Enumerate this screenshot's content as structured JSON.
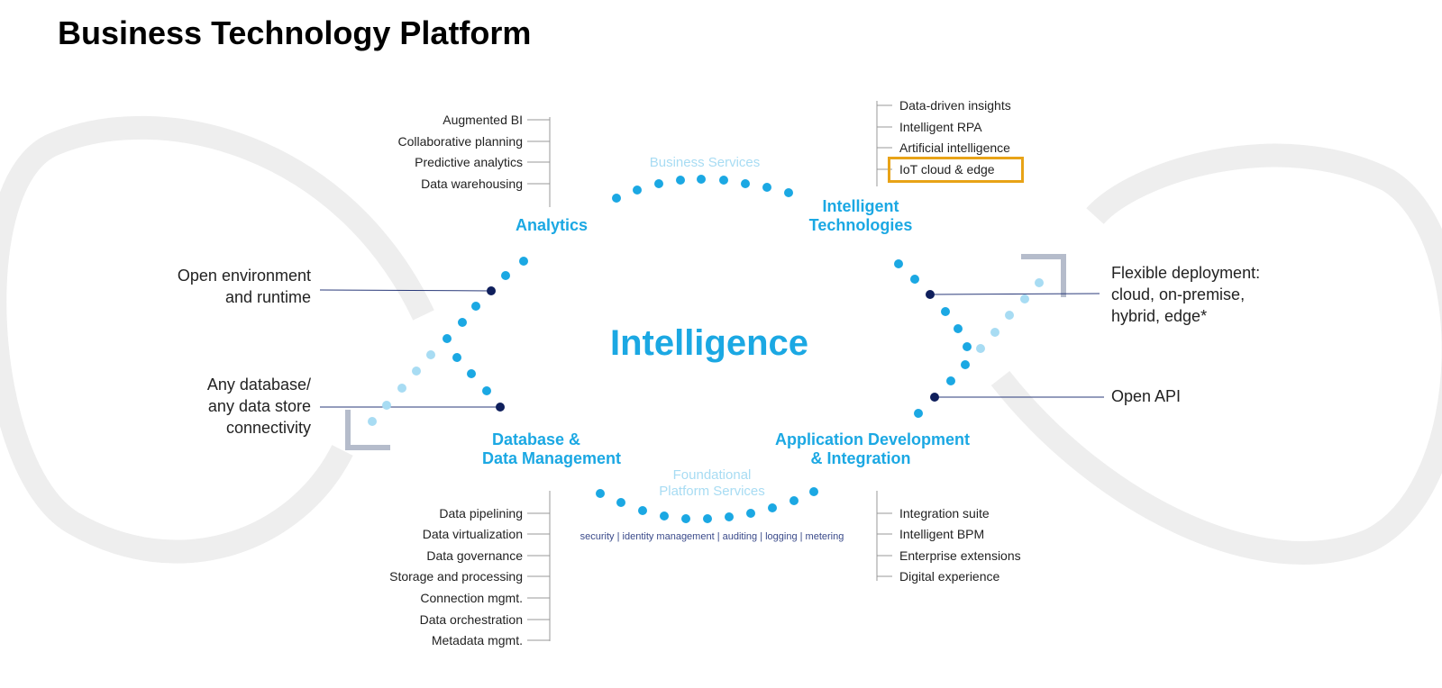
{
  "title": "Business Technology Platform",
  "center": "Intelligence",
  "sections": {
    "analytics": "Analytics",
    "intelligent_tech": [
      "Intelligent",
      "Technologies"
    ],
    "database": [
      "Database &",
      "Data Management"
    ],
    "appdev": [
      "Application Development",
      "& Integration"
    ]
  },
  "arcs": {
    "business_services": "Business Services",
    "foundational": [
      "Foundational",
      "Platform Services"
    ],
    "foundational_sub": "security | identity management | auditing | logging | metering"
  },
  "lists": {
    "analytics": [
      "Augmented BI",
      "Collaborative planning",
      "Predictive analytics",
      "Data warehousing"
    ],
    "intelligent_tech": [
      "Data-driven insights",
      "Intelligent RPA",
      "Artificial intelligence",
      "IoT cloud & edge"
    ],
    "database": [
      "Data pipelining",
      "Data virtualization",
      "Data governance",
      "Storage and processing",
      "Connection mgmt.",
      "Data orchestration",
      "Metadata mgmt."
    ],
    "appdev": [
      "Integration suite",
      "Intelligent BPM",
      "Enterprise extensions",
      "Digital experience"
    ]
  },
  "callouts": {
    "open_env": [
      "Open environment",
      "and runtime"
    ],
    "any_db": [
      "Any database/",
      "any data store",
      "connectivity"
    ],
    "flexible": [
      "Flexible deployment:",
      "cloud, on-premise,",
      "hybrid, edge*"
    ],
    "open_api": "Open API"
  },
  "colors": {
    "accent": "#1ba8e3",
    "light": "#a8dcf3",
    "dark": "#0f1f5c",
    "highlight": "#e8a317",
    "grey": "#b5bccb"
  }
}
